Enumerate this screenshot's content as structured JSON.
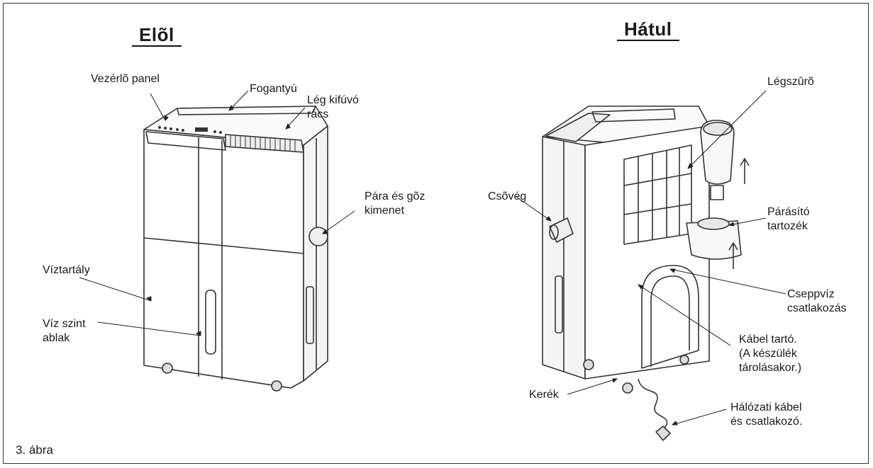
{
  "headings": {
    "front": "Elõl",
    "back": "Hátul"
  },
  "front_labels": {
    "control_panel": "Vezérlõ panel",
    "handle": "Fogantyú",
    "air_outlet": "Lég kifúvó\nrács",
    "steam_outlet": "Pára és gõz\nkimenet",
    "water_tank": "Víztartály",
    "level_window": "Víz szint\nablak"
  },
  "back_labels": {
    "air_filter": "Légszûrõ",
    "pipe_end": "Csõvég",
    "humidifier": "Párásító\ntartozék",
    "drip_connection": "Cseppvíz csatlakozás",
    "cable_holder": "Kábel tartó.\n(A készülék\ntárolásakor.)",
    "wheel": "Kerék",
    "power_cable": "Hálózati kábel\nés csatlakozó."
  },
  "caption": "3. ábra"
}
